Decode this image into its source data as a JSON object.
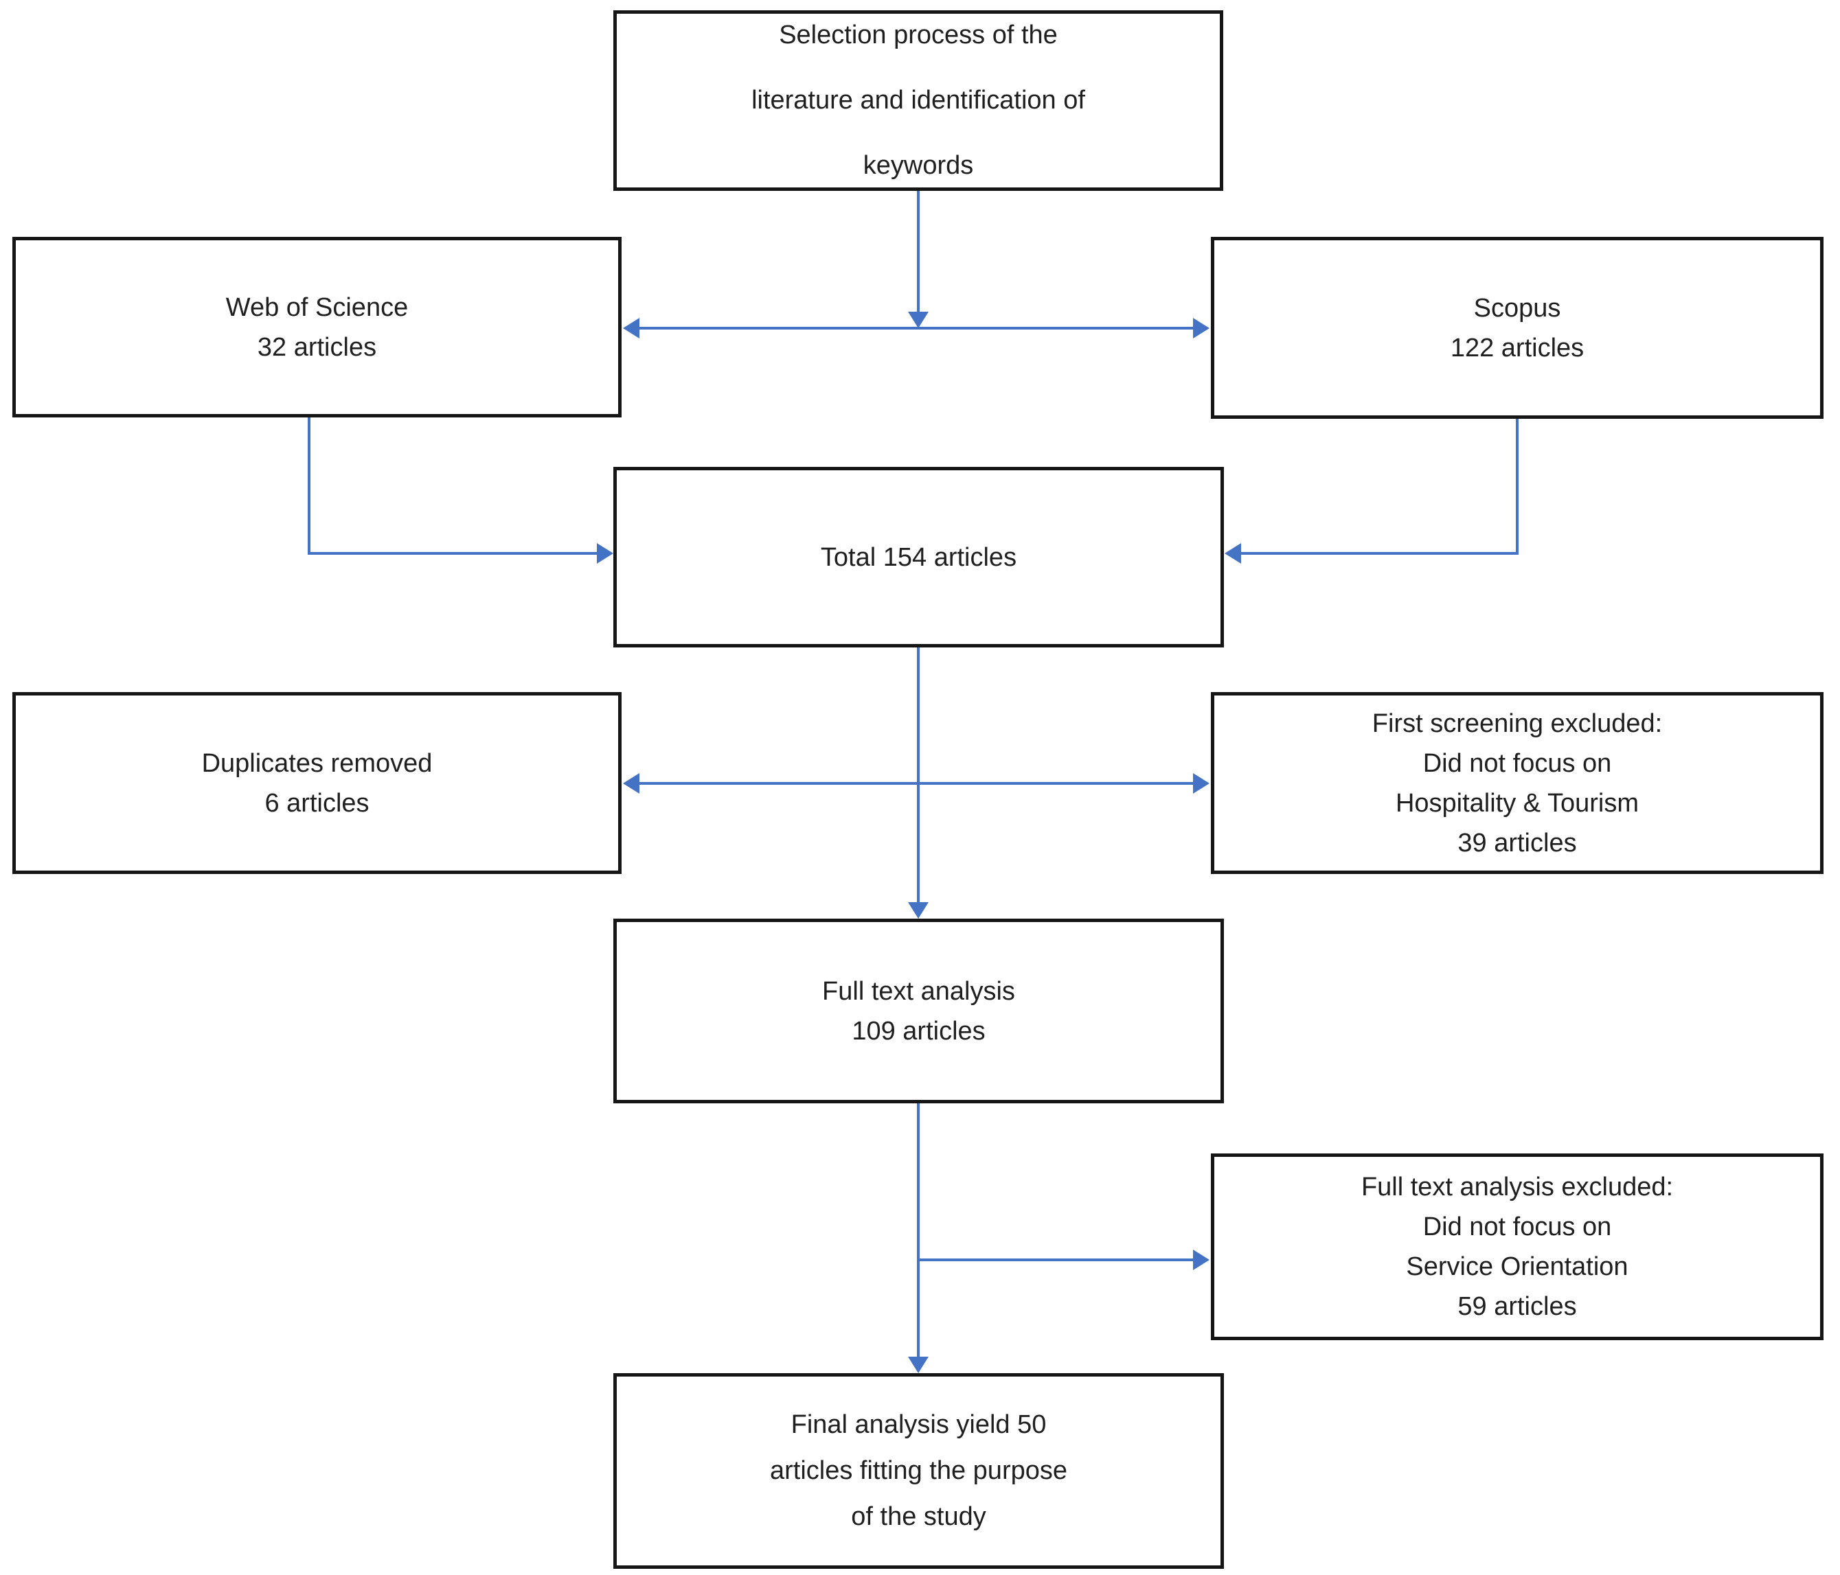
{
  "diagram": {
    "colors": {
      "connector": "#4472C4",
      "box_border": "#161616",
      "text": "#1f1f1f",
      "background": "#ffffff"
    },
    "title_box": {
      "lines": [
        "Selection process of the",
        "literature and identification of",
        "keywords"
      ]
    },
    "web_of_science": {
      "lines": [
        "Web of Science",
        "32 articles"
      ]
    },
    "scopus": {
      "lines": [
        "Scopus",
        "122 articles"
      ]
    },
    "total": {
      "lines": [
        "Total 154 articles"
      ]
    },
    "duplicates": {
      "lines": [
        "Duplicates removed",
        "6 articles"
      ]
    },
    "first_screening": {
      "lines": [
        "First screening excluded:",
        "Did not focus on",
        "Hospitality & Tourism",
        "39 articles"
      ]
    },
    "full_text": {
      "lines": [
        "Full text analysis",
        "109 articles"
      ]
    },
    "full_text_excluded": {
      "lines": [
        "Full text analysis excluded:",
        "Did not focus on",
        "Service Orientation",
        "59 articles"
      ]
    },
    "final": {
      "lines": [
        "Final analysis yield 50",
        "articles fitting the purpose",
        "of the study"
      ]
    }
  }
}
